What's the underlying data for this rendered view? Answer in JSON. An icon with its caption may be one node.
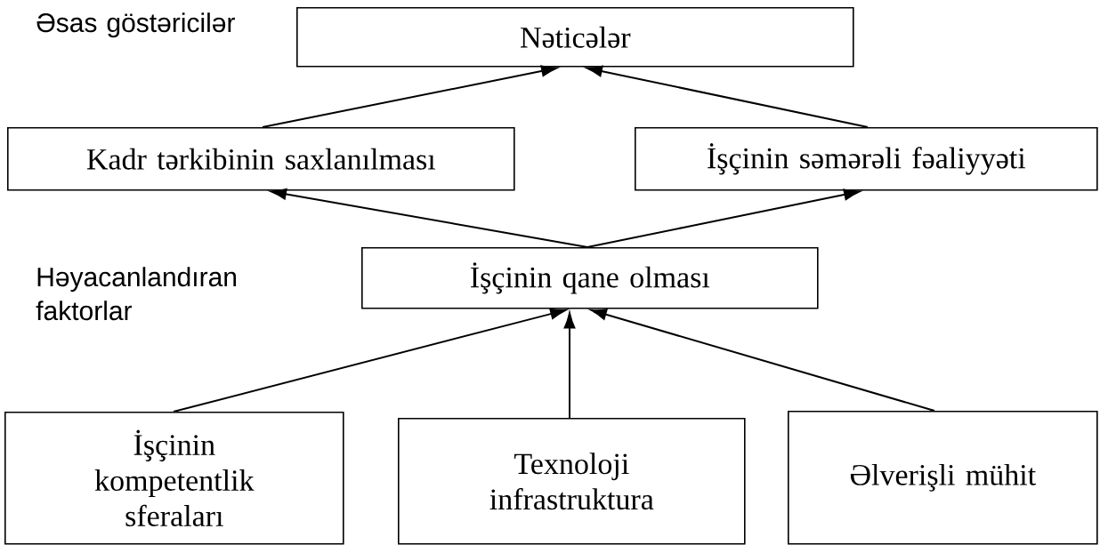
{
  "diagram": {
    "nodes": [
      {
        "text": [
          "Nəticələr"
        ]
      },
      {
        "text": [
          "Kadr tərkibinin saxlanılması"
        ]
      },
      {
        "text": [
          "İşçinin səmərəli fəaliyyəti"
        ]
      },
      {
        "text": [
          "İşçinin qane olması"
        ]
      },
      {
        "text": [
          "İşçinin kompetentlik sferaları"
        ]
      },
      {
        "text": [
          "Texnoloji infrastruktura"
        ]
      },
      {
        "text": [
          "Əlverişli mühit"
        ]
      }
    ],
    "edges": [
      {
        "from": 1,
        "to": 0,
        "arrow": "to"
      },
      {
        "from": 2,
        "to": 0,
        "arrow": "to"
      },
      {
        "from": 3,
        "to": 1,
        "arrow": "to"
      },
      {
        "from": 3,
        "to": 2,
        "arrow": "to"
      },
      {
        "from": 4,
        "to": 3,
        "arrow": "to"
      },
      {
        "from": 5,
        "to": 3,
        "arrow": "to"
      },
      {
        "from": 6,
        "to": 3,
        "arrow": "to"
      }
    ],
    "labels": [
      "Əsas göstəricilər",
      "Həyacanlandıran faktorlar"
    ]
  }
}
